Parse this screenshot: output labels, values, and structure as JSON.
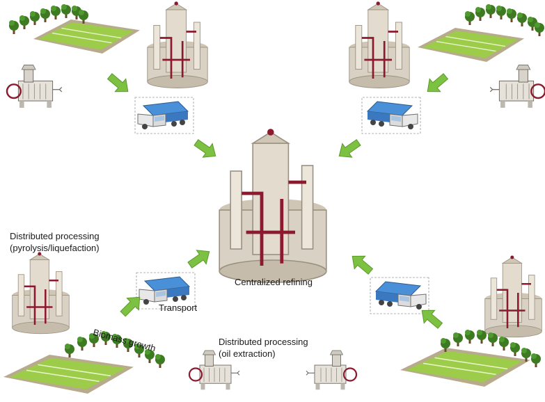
{
  "labels": {
    "distributed_pyrolysis_line1": "Distributed processing",
    "distributed_pyrolysis_line2": "(pyrolysis/liquefaction)",
    "centralized_refining": "Centralized refining",
    "transport": "Transport",
    "biomass_growth": "Biomass growth",
    "distributed_oil_line1": "Distributed processing",
    "distributed_oil_line2": "(oil extraction)"
  },
  "colors": {
    "arrow": "#7dc142",
    "arrow_outline": "#5a9a2a",
    "field_green": "#9ccc4a",
    "field_border": "#b8aa8c",
    "tree_green": "#3d7a22",
    "refinery_body": "#d9d2c4",
    "pipe": "#8b1a2e",
    "truck_cab": "#4a90d9",
    "truck_body": "#e8e8e8"
  },
  "icons": [
    "biomass-field-icon",
    "refinery-icon",
    "oil-press-icon",
    "truck-icon",
    "arrow-icon"
  ]
}
